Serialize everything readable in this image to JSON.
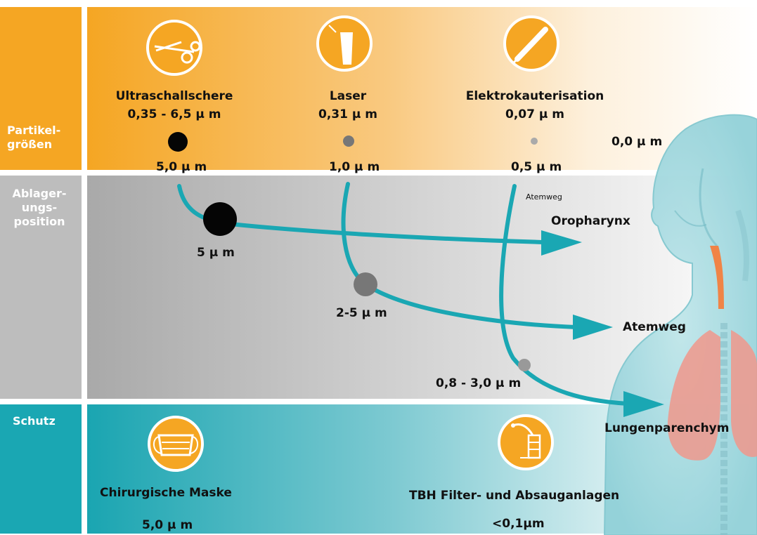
{
  "sections": {
    "particle_sizes": "Partikel-\ngrößen",
    "deposition": "Ablager-\nungs-\nposition",
    "protection": "Schutz"
  },
  "sources": [
    {
      "name": "Ultraschallschere",
      "range": "0,35 - 6,5 μ m",
      "icon": "ultrasonic-scissors-icon"
    },
    {
      "name": "Laser",
      "range": "0,31 μ m",
      "icon": "laser-handpiece-icon"
    },
    {
      "name": "Elektrokauterisation",
      "range": "0,07 μ m",
      "icon": "electrocautery-pen-icon"
    }
  ],
  "scale_ticks": [
    "5,0 μ m",
    "1,0 μ m",
    "0,5 μ m",
    "0,0 μ m"
  ],
  "deposition_sizes": [
    "5 μ m",
    "2-5 μ m",
    "0,8 - 3,0 μ m"
  ],
  "small_label_atemweg": "Atemweg",
  "targets": [
    "Oropharynx",
    "Atemweg",
    "Lungenparenchym"
  ],
  "protection_items": [
    {
      "name": "Chirurgische Maske",
      "value": "5,0 μ m",
      "icon": "surgical-mask-icon"
    },
    {
      "name": "TBH Filter- und Absauganlagen",
      "value": "<0,1μm",
      "icon": "filter-extraction-icon"
    }
  ],
  "colors": {
    "orange": "#f6a623",
    "gray_band": "#bdbdbd",
    "teal": "#1aa7b3",
    "teal_dark": "#189aa6"
  }
}
